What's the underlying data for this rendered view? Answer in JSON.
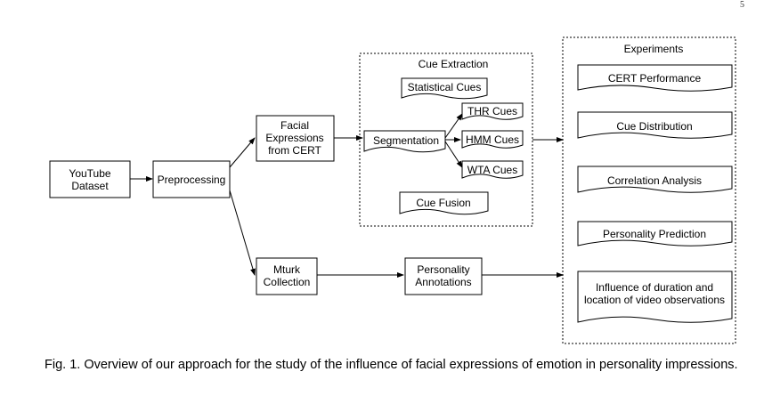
{
  "page_number": "5",
  "nodes": {
    "youtube": [
      "YouTube",
      "Dataset"
    ],
    "preprocessing": [
      "Preprocessing"
    ],
    "facial": [
      "Facial",
      "Expressions",
      "from CERT"
    ],
    "mturk": [
      "Mturk",
      "Collection"
    ],
    "annotations": [
      "Personality",
      "Annotations"
    ],
    "statistical": [
      "Statistical Cues"
    ],
    "segmentation": [
      "Segmentation"
    ],
    "thr": [
      "THR  Cues"
    ],
    "hmm": [
      "HMM Cues"
    ],
    "wta": [
      "WTA Cues"
    ],
    "fusion": [
      "Cue Fusion"
    ],
    "cert_perf": [
      "CERT Performance"
    ],
    "cue_dist": [
      "Cue Distribution"
    ],
    "corr": [
      "Correlation Analysis"
    ],
    "pers_pred": [
      "Personality Prediction"
    ],
    "influence": [
      "Influence of duration and",
      "location of video observations"
    ]
  },
  "groups": {
    "cue_extraction": "Cue Extraction",
    "experiments": "Experiments"
  },
  "caption": "Fig. 1. Overview of our approach for the study of the influence of facial expressions of emotion in personality impressions."
}
